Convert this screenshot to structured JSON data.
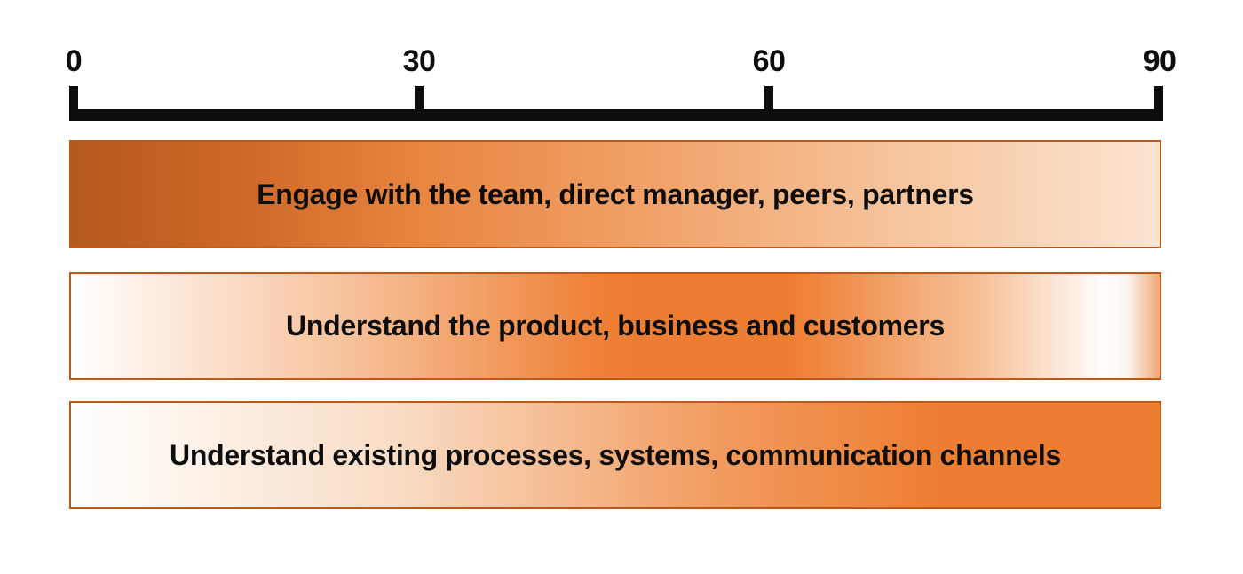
{
  "axis": {
    "tick_labels": [
      "0",
      "30",
      "60",
      "90"
    ]
  },
  "bars": [
    {
      "label": "Engage with the team, direct manager, peers, partners"
    },
    {
      "label": "Understand the product, business and customers"
    },
    {
      "label": "Understand existing processes, systems, communication channels"
    }
  ],
  "colors": {
    "background": "#ffffff",
    "axis": "#0d0d0d",
    "text": "#0d0d0d",
    "bar_border": "#c0581a",
    "peak_orange": "#ed7d31",
    "dark_orange": "#b3591c",
    "light_peach": "#fbe4d1"
  },
  "chart_data": {
    "type": "bar",
    "subtype": "gantt_timeline_30_60_90_day_plan",
    "title": "",
    "xlabel": "",
    "ylabel": "",
    "x_ticks": [
      0,
      30,
      60,
      90
    ],
    "xlim": [
      0,
      90
    ],
    "grid": false,
    "legend": false,
    "bars": [
      {
        "label": "Engage with the team, direct manager, peers, partners",
        "start": 0,
        "end": 90,
        "intensity_profile": "highest at day 0, fading toward day 90",
        "gradient": [
          "#b3591c",
          "#ed7d31",
          "#fbe4d1"
        ]
      },
      {
        "label": "Understand the product, business and customers",
        "start": 0,
        "end": 90,
        "intensity_profile": "low at edges, peaks around days 45-60",
        "gradient": [
          "#ffffff",
          "#ed7d31",
          "#ffffff"
        ]
      },
      {
        "label": "Understand existing processes, systems, communication channels",
        "start": 0,
        "end": 90,
        "intensity_profile": "low at day 0, highest toward day 90",
        "gradient": [
          "#ffffff",
          "#ed7d31"
        ]
      }
    ]
  }
}
